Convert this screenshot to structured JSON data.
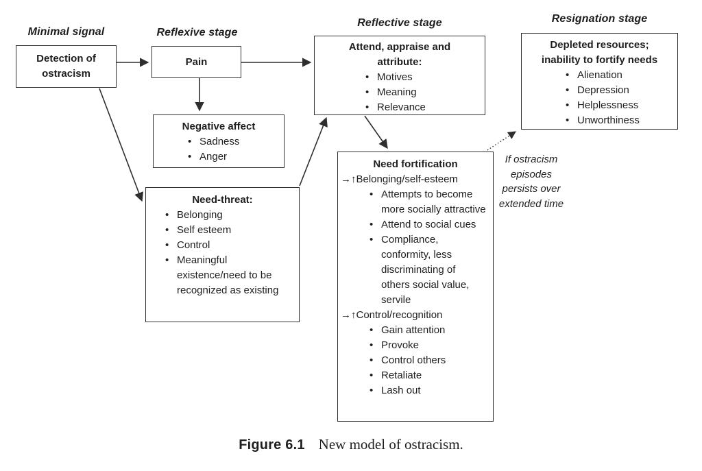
{
  "stages": {
    "minimal_signal": "Minimal signal",
    "reflexive": "Reflexive stage",
    "reflective": "Reflective stage",
    "resignation": "Resignation stage"
  },
  "boxes": {
    "detection": {
      "title": "Detection of ostracism"
    },
    "pain": {
      "title": "Pain"
    },
    "negative_affect": {
      "title": "Negative affect",
      "items": [
        "Sadness",
        "Anger"
      ]
    },
    "need_threat": {
      "title": "Need-threat:",
      "items": [
        "Belonging",
        "Self esteem",
        "Control",
        "Meaningful existence/need to be recognized as existing"
      ]
    },
    "attend": {
      "title": "Attend, appraise and attribute:",
      "items": [
        "Motives",
        "Meaning",
        "Relevance"
      ]
    },
    "need_fortification": {
      "title": "Need fortification",
      "sections": [
        {
          "heading": "→↑Belonging/self-esteem",
          "items": [
            "Attempts to become more socially attractive",
            "Attend to social cues",
            "Compliance, conformity, less discriminating of others social value, servile"
          ]
        },
        {
          "heading": "→↑Control/recognition",
          "items": [
            "Gain attention",
            "Provoke",
            "Control others",
            "Retaliate",
            "Lash out"
          ]
        }
      ]
    },
    "depleted": {
      "title": "Depleted resources; inability to fortify needs",
      "items": [
        "Alienation",
        "Depression",
        "Helplessness",
        "Unworthiness"
      ]
    }
  },
  "annotations": {
    "persistence_note": "If ostracism episodes persists over extended time"
  },
  "caption": {
    "label": "Figure 6.1",
    "text": "New model of ostracism."
  },
  "colors": {
    "ink": "#1e1e1e",
    "border": "#2e2e2e",
    "background": "#ffffff"
  }
}
